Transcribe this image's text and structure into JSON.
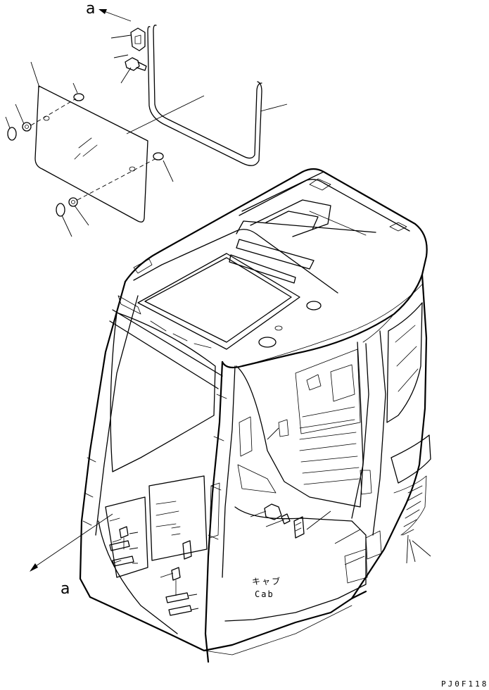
{
  "labels": {
    "view_ref_top": "a",
    "view_ref_bottom": "a",
    "part_name_jp": "キャブ",
    "part_name_en": "Cab",
    "drawing_code": "PJ0F118"
  },
  "colors": {
    "ink": "#000000",
    "paper": "#ffffff"
  }
}
